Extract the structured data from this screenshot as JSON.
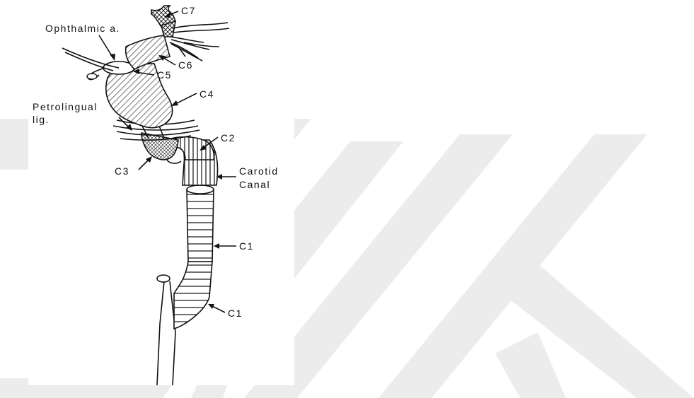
{
  "labels": {
    "c7": "C7",
    "ophthalmic": "Ophthalmic a.",
    "c6": "C6",
    "c5": "C5",
    "c4": "C4",
    "petrolingual_line1": "Petrolingual",
    "petrolingual_line2": "lig.",
    "c2": "C2",
    "c3": "C3",
    "carotid_line1": "Carotid",
    "carotid_line2": "Canal",
    "c1_upper": "C1",
    "c1_lower": "C1"
  },
  "colors": {
    "watermark": "#ececec",
    "ink": "#111111",
    "background": "#ffffff"
  }
}
